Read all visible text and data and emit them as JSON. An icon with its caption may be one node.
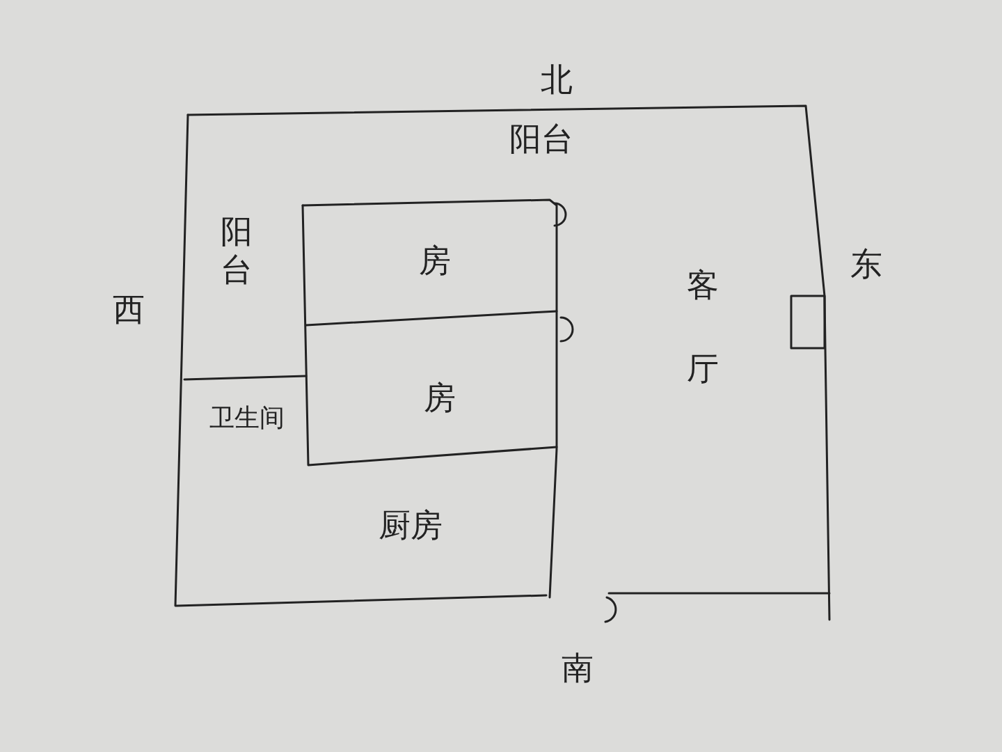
{
  "diagram": {
    "nodes": [
      {
        "text": [
          "阳台"
        ]
      },
      {
        "text": [
          "阳台"
        ]
      },
      {
        "text": [
          "房"
        ]
      },
      {
        "text": [
          "房"
        ]
      },
      {
        "text": [
          "卫生间"
        ]
      },
      {
        "text": [
          "厨房"
        ]
      },
      {
        "text": [
          "客厅"
        ]
      }
    ],
    "labels": [
      "北",
      "东",
      "西",
      "南"
    ]
  }
}
